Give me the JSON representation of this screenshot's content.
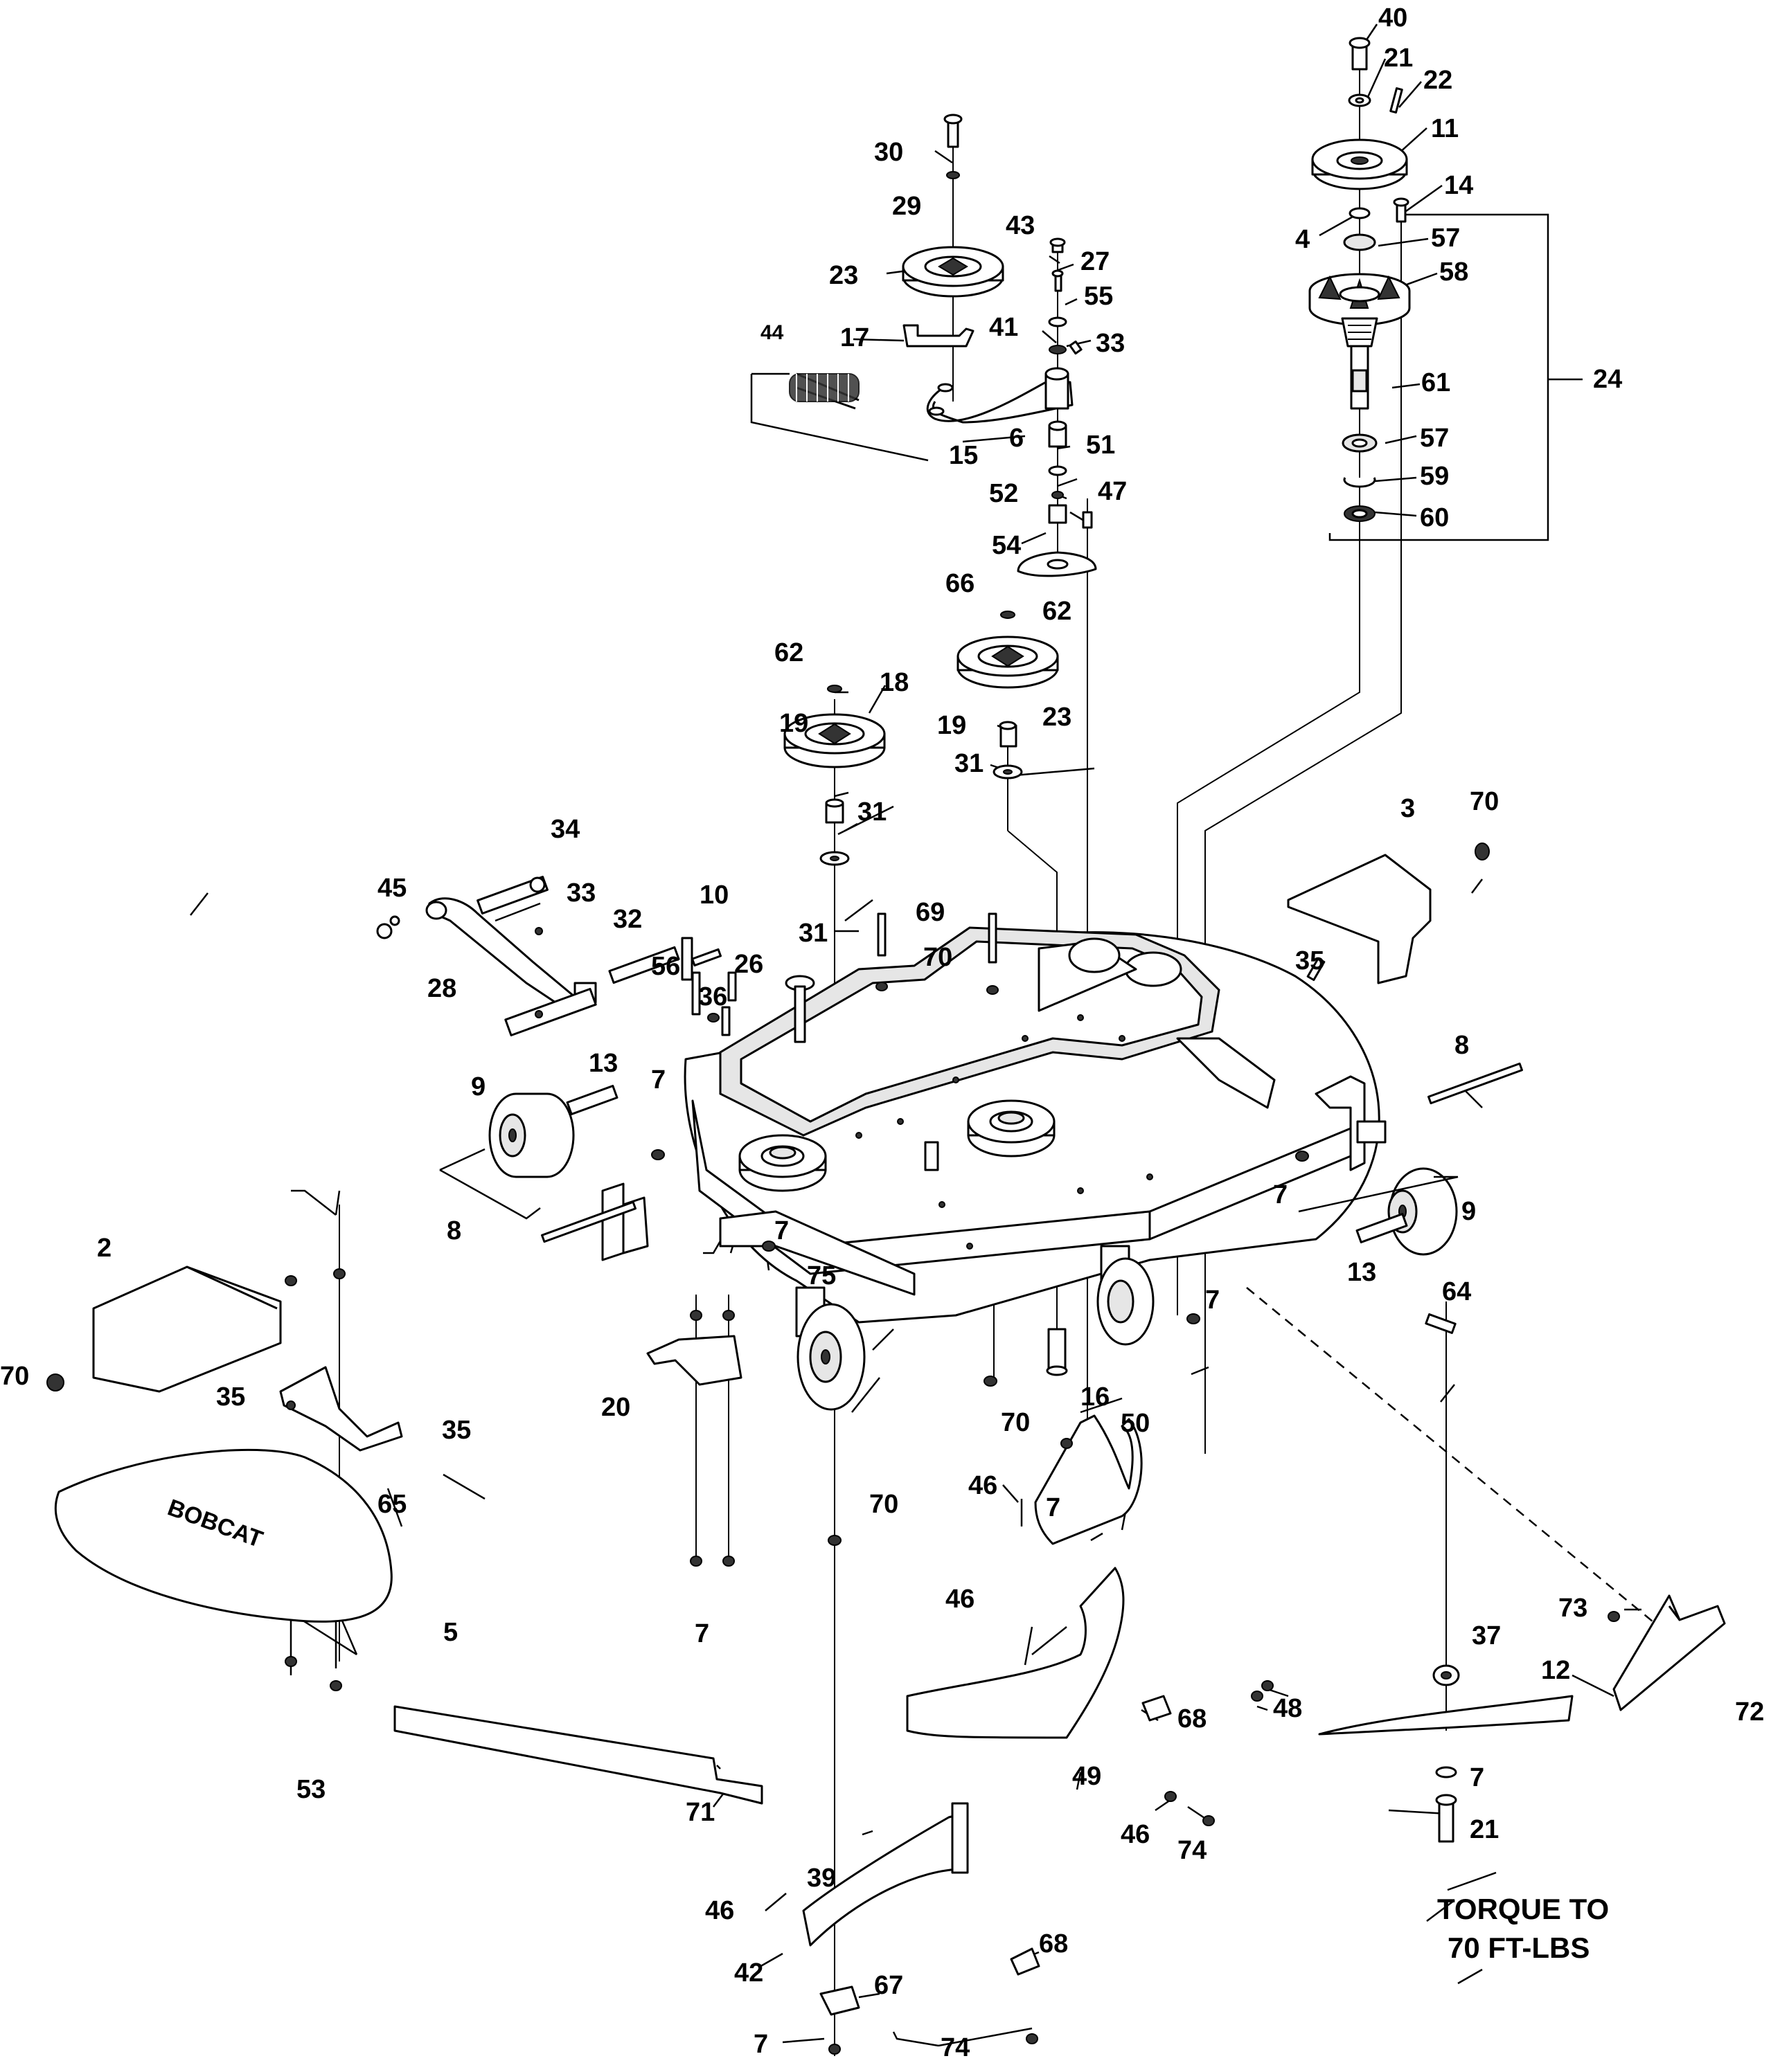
{
  "diagram": {
    "note_line1": "TORQUE TO",
    "note_line2": "70 FT-LBS",
    "logo_text": "BOBCAT",
    "callouts": [
      {
        "label": "40"
      },
      {
        "label": "21"
      },
      {
        "label": "22"
      },
      {
        "label": "11"
      },
      {
        "label": "14"
      },
      {
        "label": "4"
      },
      {
        "label": "57"
      },
      {
        "label": "58"
      },
      {
        "label": "24"
      },
      {
        "label": "61"
      },
      {
        "label": "57"
      },
      {
        "label": "59"
      },
      {
        "label": "60"
      },
      {
        "label": "30"
      },
      {
        "label": "29"
      },
      {
        "label": "23"
      },
      {
        "label": "43"
      },
      {
        "label": "27"
      },
      {
        "label": "55"
      },
      {
        "label": "41"
      },
      {
        "label": "33"
      },
      {
        "label": "44"
      },
      {
        "label": "17"
      },
      {
        "label": "15"
      },
      {
        "label": "6"
      },
      {
        "label": "51"
      },
      {
        "label": "52"
      },
      {
        "label": "47"
      },
      {
        "label": "54"
      },
      {
        "label": "66"
      },
      {
        "label": "62"
      },
      {
        "label": "23"
      },
      {
        "label": "19"
      },
      {
        "label": "31"
      },
      {
        "label": "62"
      },
      {
        "label": "18"
      },
      {
        "label": "19"
      },
      {
        "label": "31"
      },
      {
        "label": "3"
      },
      {
        "label": "70"
      },
      {
        "label": "34"
      },
      {
        "label": "45"
      },
      {
        "label": "33"
      },
      {
        "label": "10"
      },
      {
        "label": "32"
      },
      {
        "label": "28"
      },
      {
        "label": "31"
      },
      {
        "label": "69"
      },
      {
        "label": "70"
      },
      {
        "label": "26"
      },
      {
        "label": "56"
      },
      {
        "label": "36"
      },
      {
        "label": "35"
      },
      {
        "label": "8"
      },
      {
        "label": "13"
      },
      {
        "label": "7"
      },
      {
        "label": "9"
      },
      {
        "label": "7"
      },
      {
        "label": "9"
      },
      {
        "label": "13"
      },
      {
        "label": "64"
      },
      {
        "label": "7"
      },
      {
        "label": "8"
      },
      {
        "label": "7"
      },
      {
        "label": "75"
      },
      {
        "label": "2"
      },
      {
        "label": "70"
      },
      {
        "label": "35"
      },
      {
        "label": "20"
      },
      {
        "label": "16"
      },
      {
        "label": "70"
      },
      {
        "label": "35"
      },
      {
        "label": "65"
      },
      {
        "label": "50"
      },
      {
        "label": "7"
      },
      {
        "label": "46"
      },
      {
        "label": "70"
      },
      {
        "label": "46"
      },
      {
        "label": "5"
      },
      {
        "label": "7"
      },
      {
        "label": "53"
      },
      {
        "label": "37"
      },
      {
        "label": "73"
      },
      {
        "label": "12"
      },
      {
        "label": "72"
      },
      {
        "label": "48"
      },
      {
        "label": "68"
      },
      {
        "label": "49"
      },
      {
        "label": "71"
      },
      {
        "label": "46"
      },
      {
        "label": "74"
      },
      {
        "label": "7"
      },
      {
        "label": "21"
      },
      {
        "label": "39"
      },
      {
        "label": "46"
      },
      {
        "label": "42"
      },
      {
        "label": "68"
      },
      {
        "label": "67"
      },
      {
        "label": "7"
      },
      {
        "label": "74"
      }
    ]
  }
}
